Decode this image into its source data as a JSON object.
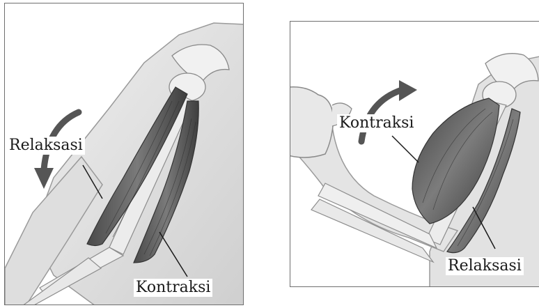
{
  "left_panel": {
    "label_relaxation": "Relaksasi",
    "label_contraction": "Kontraksi"
  },
  "right_panel": {
    "label_contraction": "Kontraksi",
    "label_relaxation": "Relaksasi"
  },
  "colors": {
    "muscle": "#5f5f5f",
    "muscle_dark": "#3d3d3d",
    "skin": "#dcdcdc",
    "bone": "#ebebeb",
    "outline": "#8a8a8a",
    "arrow": "#4a4a4a"
  }
}
